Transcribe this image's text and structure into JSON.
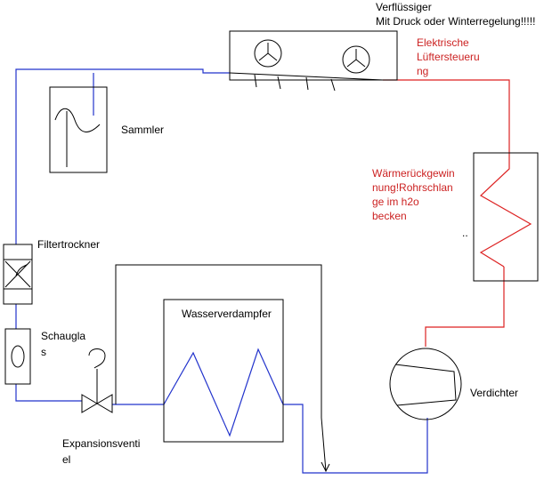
{
  "labels": {
    "condenser_line1": "Verflüssiger",
    "condenser_line2": "Mit Druck oder Winterregelung!!!!!",
    "fan_control_line1": "Elektrische",
    "fan_control_line2": "Lüftersteueru",
    "fan_control_line3": "ng",
    "collector": "Sammler",
    "heat_recovery_line1": "Wärmerückgewin",
    "heat_recovery_line2": "nung!Rohrschlan",
    "heat_recovery_line3": "ge im h2o",
    "heat_recovery_line4": "becken",
    "dots": "..",
    "filter_dryer": "Filtertrockner",
    "sight_glass_line1": "Schaugla",
    "sight_glass_line2": "s",
    "water_evaporator": "Wasserverdampfer",
    "compressor": "Verdichter",
    "expansion_valve_line1": "Expansionsventi",
    "expansion_valve_line2": "el"
  },
  "colors": {
    "liquid_line": "#2233cc",
    "hot_gas_line": "#dd2222",
    "outline": "#000000",
    "annotation_text": "#cc2222"
  }
}
